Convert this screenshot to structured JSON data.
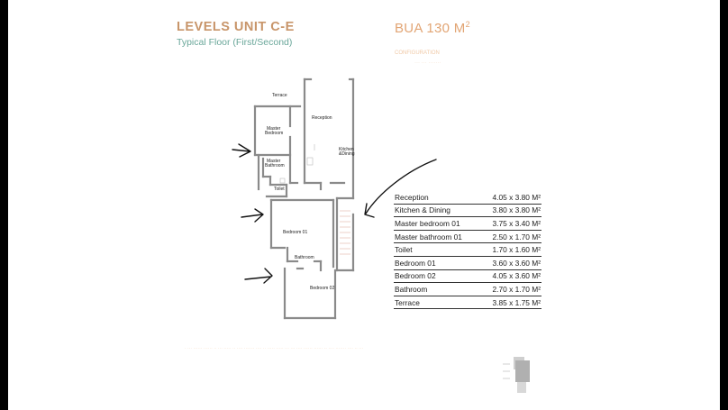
{
  "header": {
    "title": "LEVELS UNIT C-E",
    "subtitle": "Typical Floor (First/Second)",
    "bua_label": "BUA 130 M",
    "bua_sup": "2",
    "config_label": "CONFIGURATION",
    "config_detail": "··· ··· ·······"
  },
  "rooms": [
    {
      "name": "Reception",
      "size": "4.05 x 3.80 M²"
    },
    {
      "name": "Kitchen & Dining",
      "size": "3.80 x 3.80 M²"
    },
    {
      "name": "Master bedroom 01",
      "size": "3.75 x 3.40 M²"
    },
    {
      "name": "Master bathroom 01",
      "size": "2.50 x 1.70 M²"
    },
    {
      "name": "Toilet",
      "size": "1.70 x 1.60 M²"
    },
    {
      "name": "Bedroom 01",
      "size": "3.60 x 3.60 M²"
    },
    {
      "name": "Bedroom 02",
      "size": "4.05 x 3.60 M²"
    },
    {
      "name": "Bathroom",
      "size": "2.70 x 1.70 M²"
    },
    {
      "name": "Terrace",
      "size": "3.85 x 1.75 M²"
    }
  ],
  "plan": {
    "terrace": "Terrace",
    "reception": "Reception",
    "master_bedroom_1": "Master",
    "master_bedroom_2": "Bedroom",
    "kitchen_1": "Kitchen",
    "kitchen_2": "&Dining",
    "master_bath_1": "Master",
    "master_bath_2": "Bathroom",
    "toilet": "Toilet",
    "bedroom_01": "Bedroom 01",
    "bathroom": "Bathroom",
    "bedroom_02": "Bedroom 02"
  },
  "footer": {
    "note": "· ··· ······ ······ ·· ··· ····· ·· ···· ······· ···· ·· ····· ····· ··· ··· ···· ······ ······ ·· ···· ······· ···· ·· ···"
  },
  "colors": {
    "title": "#c8956a",
    "subtitle": "#6aa79a",
    "bua": "#e2a574",
    "walls": "#8a8a8a",
    "annotation": "#111111"
  }
}
